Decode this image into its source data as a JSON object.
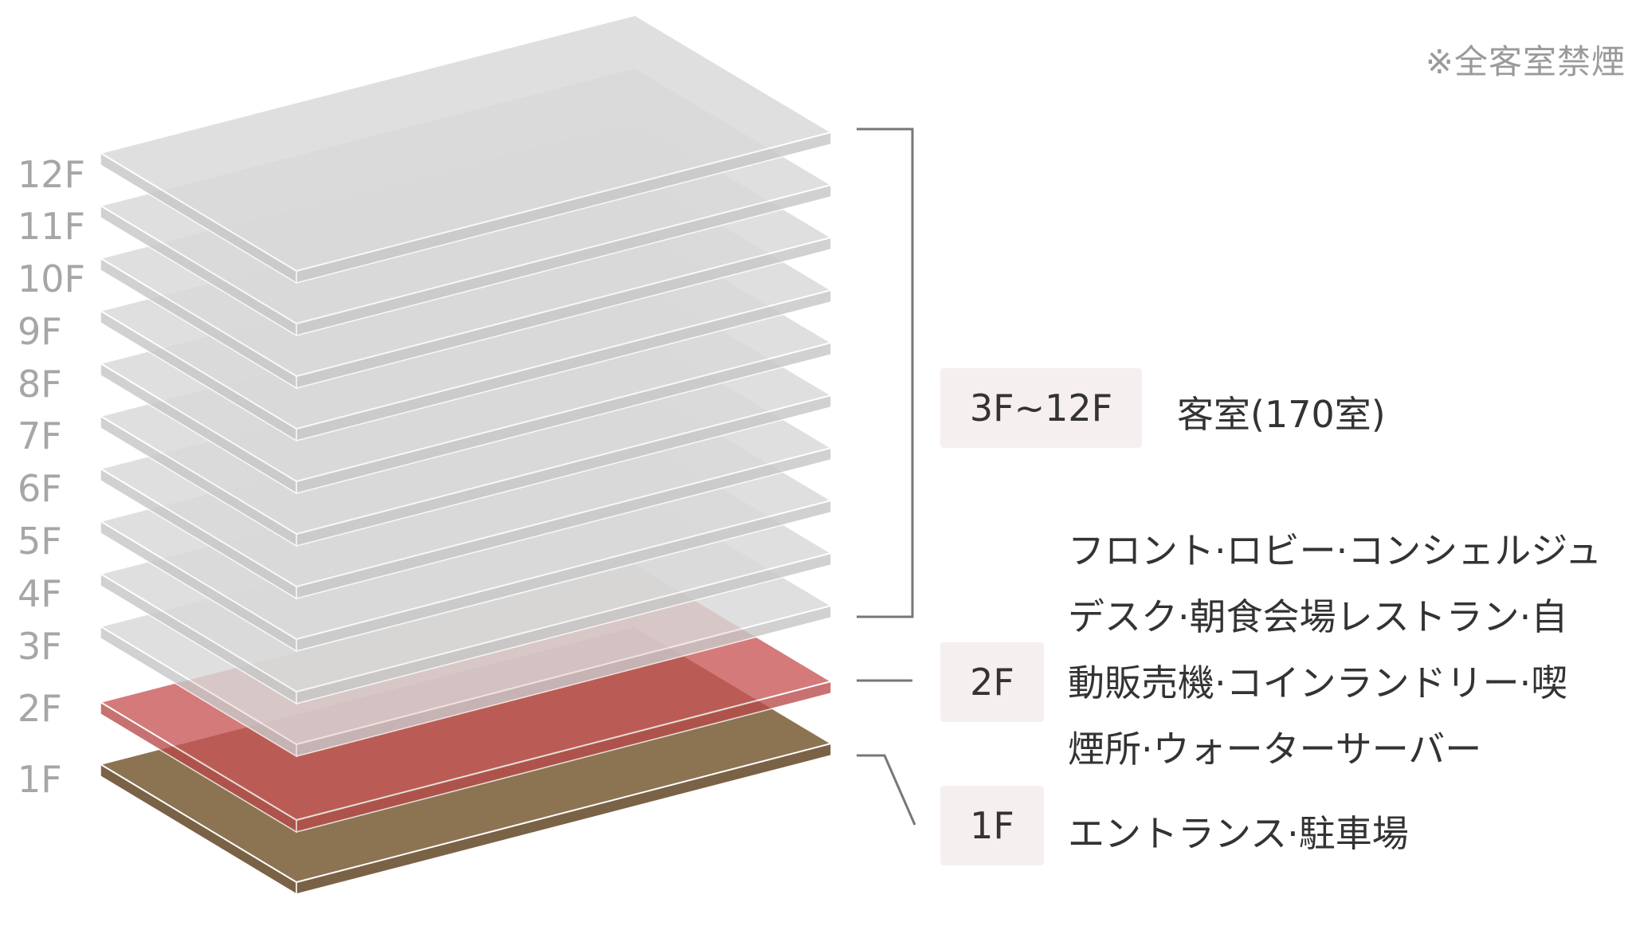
{
  "note": "※全客室禁煙",
  "floor_labels": [
    "12F",
    "11F",
    "10F",
    "9F",
    "8F",
    "7F",
    "6F",
    "5F",
    "4F",
    "3F",
    "2F",
    "1F"
  ],
  "groups": [
    {
      "tag": "3F~12F",
      "description": "客室(170室)"
    },
    {
      "tag": "2F",
      "description_lines": [
        "フロント·ロビー·コンシェルジュ",
        "デスク·朝食会場レストラン·自",
        "動販売機·コインランドリー·喫",
        "煙所·ウォーターサーバー"
      ]
    },
    {
      "tag": "1F",
      "description": "エントランス·駐車場"
    }
  ],
  "colors": {
    "guest_floor": "#d9d9d9",
    "floor_2f": "#c85656",
    "floor_1f": "#8c7453",
    "bracket": "#777777",
    "tag_bg": "#f5f0ef",
    "label_gray": "#a6a6a6"
  }
}
